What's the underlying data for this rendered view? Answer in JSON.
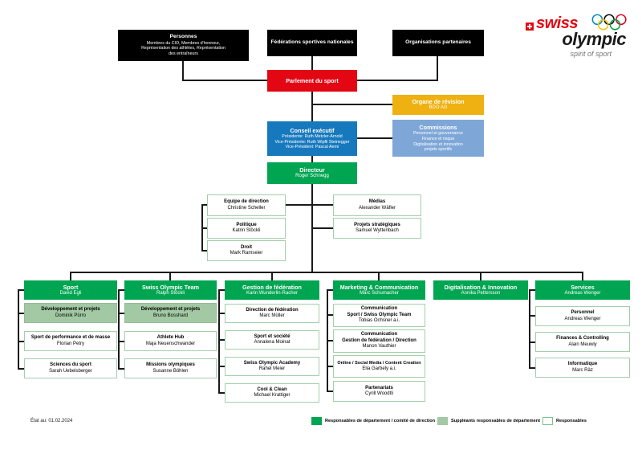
{
  "logo": {
    "swiss": "swiss",
    "olympic": "olympic",
    "tagline": "spirit of sport"
  },
  "org": {
    "personnes": {
      "title": "Personnes",
      "sub": "Membres du CIO, Membres d'honneur,\nReprésentation des athlètes, Représentation\ndes entraîneurs"
    },
    "federations": {
      "title": "Fédérations sportives nationales"
    },
    "partenaires": {
      "title": "Organisations partenaires"
    },
    "parlement": {
      "title": "Parlement du sport"
    },
    "revision": {
      "title": "Organe de révision",
      "sub": "BDO AG"
    },
    "conseil": {
      "title": "Conseil exécutif",
      "sub": "Présidente: Ruth Metzler-Arnold\nVice-Présidente: Ruth Wipfli Steinegger\nVice-Président: Pascal Aerni"
    },
    "commissions": {
      "title": "Commissions",
      "sub": "Personnel et gouvernance\nFinance et risque\nDigitalisation et innovation\nprojets sportifs"
    },
    "directeur": {
      "title": "Directeur",
      "sub": "Roger Schnegg"
    },
    "equipe": {
      "title": "Equipe de direction",
      "sub": "Christine Scheller"
    },
    "politique": {
      "title": "Politique",
      "sub": "Katrin Stöckli"
    },
    "droit": {
      "title": "Droit",
      "sub": "Mark Ramseier"
    },
    "medias": {
      "title": "Médias",
      "sub": "Alexander Wäfler"
    },
    "projets_strategiques": {
      "title": "Projets stratégiques",
      "sub": "Samuel Wyttenbach"
    },
    "dept_sport": {
      "title": "Sport",
      "sub": "David Egli"
    },
    "sport_dev": {
      "title": "Développement et projets",
      "sub": "Dominik Pürro"
    },
    "sport_perf": {
      "title": "Sport de performance et de masse",
      "sub": "Florian Petry"
    },
    "sport_sciences": {
      "title": "Sciences du sport",
      "sub": "Sarah Uebelsberger"
    },
    "dept_team": {
      "title": "Swiss Olympic Team",
      "sub": "Ralph Stöckli"
    },
    "team_dev": {
      "title": "Développement et projets",
      "sub": "Bruno Bosshard"
    },
    "team_hub": {
      "title": "Athlete Hub",
      "sub": "Maja Neuenschwander"
    },
    "team_missions": {
      "title": "Missions olympiques",
      "sub": "Susanne Böhlen"
    },
    "dept_gestion": {
      "title": "Gestion de fédération",
      "sub": "Karin Wunderlin-Racher"
    },
    "gestion_direction": {
      "title": "Direction de fédération",
      "sub": "Marc Müller"
    },
    "gestion_societe": {
      "title": "Sport et société",
      "sub": "Annalena Moinat"
    },
    "gestion_academy": {
      "title": "Swiss Olympic Academy",
      "sub": "Rahel Meier"
    },
    "gestion_cool": {
      "title": "Cool & Clean",
      "sub": "Michael Krattiger"
    },
    "dept_marketing": {
      "title": "Marketing & Communication",
      "sub": "Marc Schumacher"
    },
    "marketing_com_sport": {
      "title": "Communication\nSport / Swiss Olympic Team",
      "sub": "Tobias Ochsner a.i."
    },
    "marketing_com_gestion": {
      "title": "Communication\nGestion de fédération / Direction",
      "sub": "Manon Vauthier"
    },
    "marketing_online": {
      "title": "Online / Social Media / Content Creation",
      "sub": "Elia Garbely a.i."
    },
    "marketing_partenariats": {
      "title": "Partenariats",
      "sub": "Cyrill Woodtli"
    },
    "dept_digital": {
      "title": "Digitalisation & Innovation",
      "sub": "Annika Pettersson"
    },
    "dept_services": {
      "title": "Services",
      "sub": "Andreas Wenger"
    },
    "services_personnel": {
      "title": "Personnel",
      "sub": "Andreas Wenger"
    },
    "services_finances": {
      "title": "Finances & Controlling",
      "sub": "Alain Meuwly"
    },
    "services_informatique": {
      "title": "Informatique",
      "sub": "Marc Räz"
    }
  },
  "legend": {
    "items": [
      {
        "label": "Responsables de département / comité de direction",
        "color": "#00a551"
      },
      {
        "label": "Suppléants responsables de département",
        "color": "#a2c9a4"
      },
      {
        "label": "Responsables",
        "color": "#ffffff"
      }
    ]
  },
  "footer": {
    "date": "État au: 01.02.2024"
  },
  "colors": {
    "black_box": "#000000",
    "red_box": "#e30613",
    "yellow_box": "#eeb111",
    "blue_box": "#1779bd",
    "light_blue_box": "#7ea7d8",
    "green_box": "#00a551",
    "light_green_box": "#a2c9a4",
    "white_box_border": "#a3cfa9",
    "connector": "#1a1a1a"
  }
}
